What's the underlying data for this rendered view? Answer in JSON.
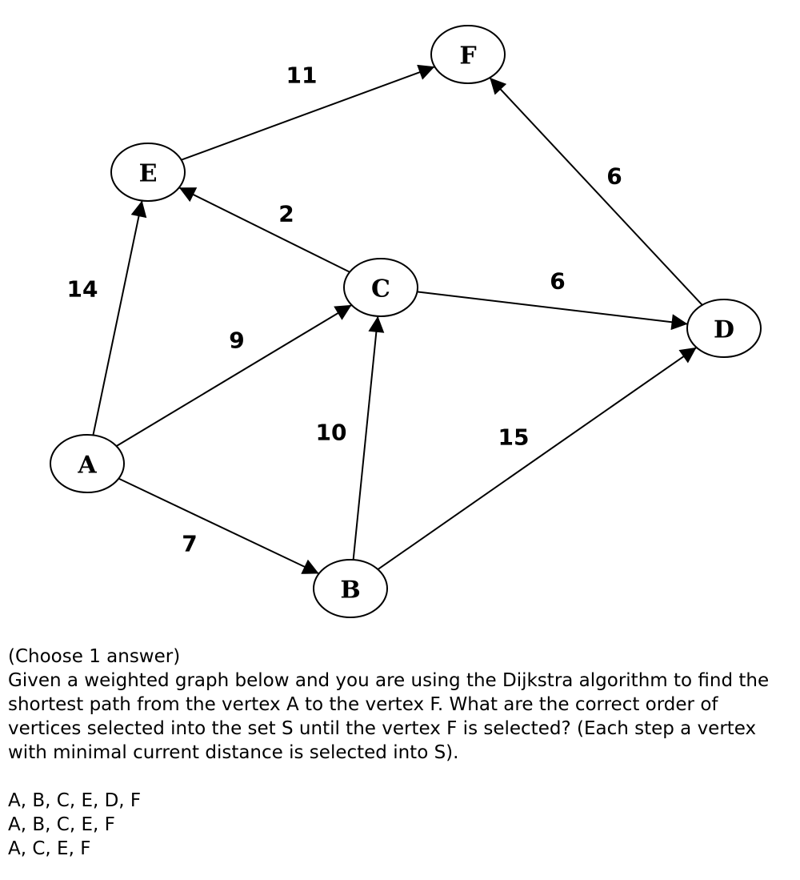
{
  "graph": {
    "nodes": [
      {
        "id": "A",
        "label": "A"
      },
      {
        "id": "B",
        "label": "B"
      },
      {
        "id": "C",
        "label": "C"
      },
      {
        "id": "D",
        "label": "D"
      },
      {
        "id": "E",
        "label": "E"
      },
      {
        "id": "F",
        "label": "F"
      }
    ],
    "edges": [
      {
        "from": "A",
        "to": "E",
        "weight": "14"
      },
      {
        "from": "A",
        "to": "C",
        "weight": "9"
      },
      {
        "from": "A",
        "to": "B",
        "weight": "7"
      },
      {
        "from": "B",
        "to": "C",
        "weight": "10"
      },
      {
        "from": "B",
        "to": "D",
        "weight": "15"
      },
      {
        "from": "C",
        "to": "E",
        "weight": "2"
      },
      {
        "from": "C",
        "to": "D",
        "weight": "6"
      },
      {
        "from": "D",
        "to": "F",
        "weight": "6"
      },
      {
        "from": "E",
        "to": "F",
        "weight": "11"
      }
    ]
  },
  "question": {
    "instruction": "(Choose 1 answer)",
    "text": "Given a weighted graph below and you are using the Dijkstra algorithm to find the shortest path from the vertex A to the vertex F. What are the correct order of vertices selected into the set S until the vertex F is selected? (Each step a vertex with minimal current distance is selected into S).",
    "options": [
      "A, B, C, E, D, F",
      "A, B, C, E, F",
      "A, C, E, F"
    ]
  }
}
